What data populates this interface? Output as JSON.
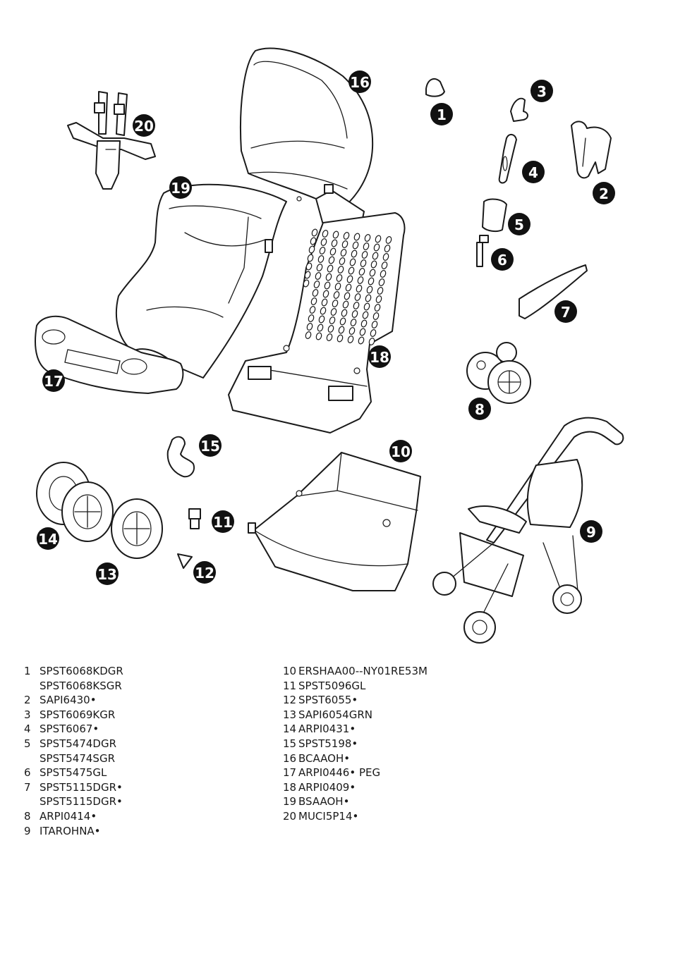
{
  "callouts": [
    "1",
    "2",
    "3",
    "4",
    "5",
    "6",
    "7",
    "8",
    "9",
    "10",
    "11",
    "12",
    "13",
    "14",
    "15",
    "16",
    "17",
    "18",
    "19",
    "20"
  ],
  "parts_left": [
    {
      "num": "1",
      "code": "SPST6068KDGR"
    },
    {
      "num": "",
      "code": "SPST6068KSGR"
    },
    {
      "num": "2",
      "code": "SAPI6430•"
    },
    {
      "num": "3",
      "code": "SPST6069KGR"
    },
    {
      "num": "4",
      "code": "SPST6067•"
    },
    {
      "num": "5",
      "code": "SPST5474DGR"
    },
    {
      "num": "",
      "code": "SPST5474SGR"
    },
    {
      "num": "6",
      "code": "SPST5475GL"
    },
    {
      "num": "7",
      "code": "SPST5115DGR•"
    },
    {
      "num": "",
      "code": "SPST5115DGR•"
    },
    {
      "num": "8",
      "code": "ARPI0414•"
    },
    {
      "num": "9",
      "code": "ITAROHNA•"
    }
  ],
  "parts_right": [
    {
      "num": "10",
      "code": "ERSHAA00--NY01RE53M"
    },
    {
      "num": "11",
      "code": "SPST5096GL"
    },
    {
      "num": "12",
      "code": "SPST6055•"
    },
    {
      "num": "13",
      "code": "SAPI6054GRN"
    },
    {
      "num": "14",
      "code": "ARPI0431•"
    },
    {
      "num": "15",
      "code": "SPST5198•"
    },
    {
      "num": "16",
      "code": "BCAAOH•"
    },
    {
      "num": "17",
      "code": "ARPI0446• PEG"
    },
    {
      "num": "18",
      "code": "ARPI0409•"
    },
    {
      "num": "19",
      "code": "BSAAOH•"
    },
    {
      "num": "20",
      "code": "MUCI5P14•"
    }
  ]
}
